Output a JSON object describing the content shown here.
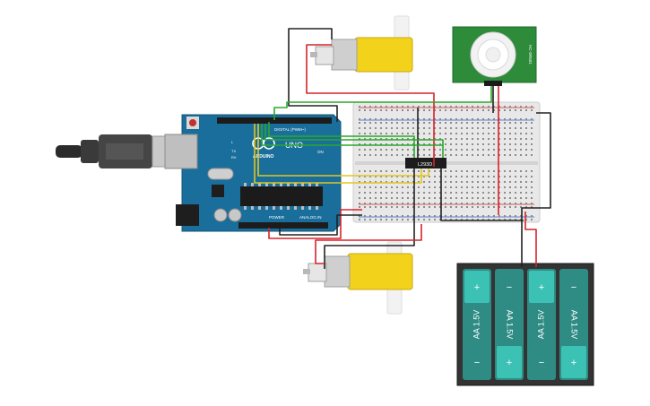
{
  "arduino": {
    "brand": "ARDUINO",
    "model": "UNO",
    "digital_header": "DIGITAL (PWM~)",
    "power_header": "POWER",
    "analog_header": "ANALOG IN",
    "on_label": "ON",
    "tx_label": "TX",
    "rx_label": "RX",
    "l_label": "L"
  },
  "driver_ic": {
    "label": "L293D"
  },
  "pir_sensor": {
    "label": "HC-SR501"
  },
  "battery_pack": {
    "cells": [
      {
        "label": "AA 1.5V",
        "top": "+",
        "bottom": "−"
      },
      {
        "label": "AA 1.5V",
        "top": "−",
        "bottom": "+"
      },
      {
        "label": "AA 1.5V",
        "top": "+",
        "bottom": "−"
      },
      {
        "label": "AA 1.5V",
        "top": "−",
        "bottom": "+"
      }
    ]
  },
  "colors": {
    "board": "#1a6e9b",
    "breadboard": "#e8e8e8",
    "motor_body": "#f2d21b",
    "pir_pcb": "#2e8b3a",
    "battery_cell": "#2e8c84",
    "battery_cap": "#3cc2b4",
    "wire_red": "#d7232a",
    "wire_black": "#222222",
    "wire_green": "#2aa82a",
    "wire_yellow": "#e3c51f"
  }
}
